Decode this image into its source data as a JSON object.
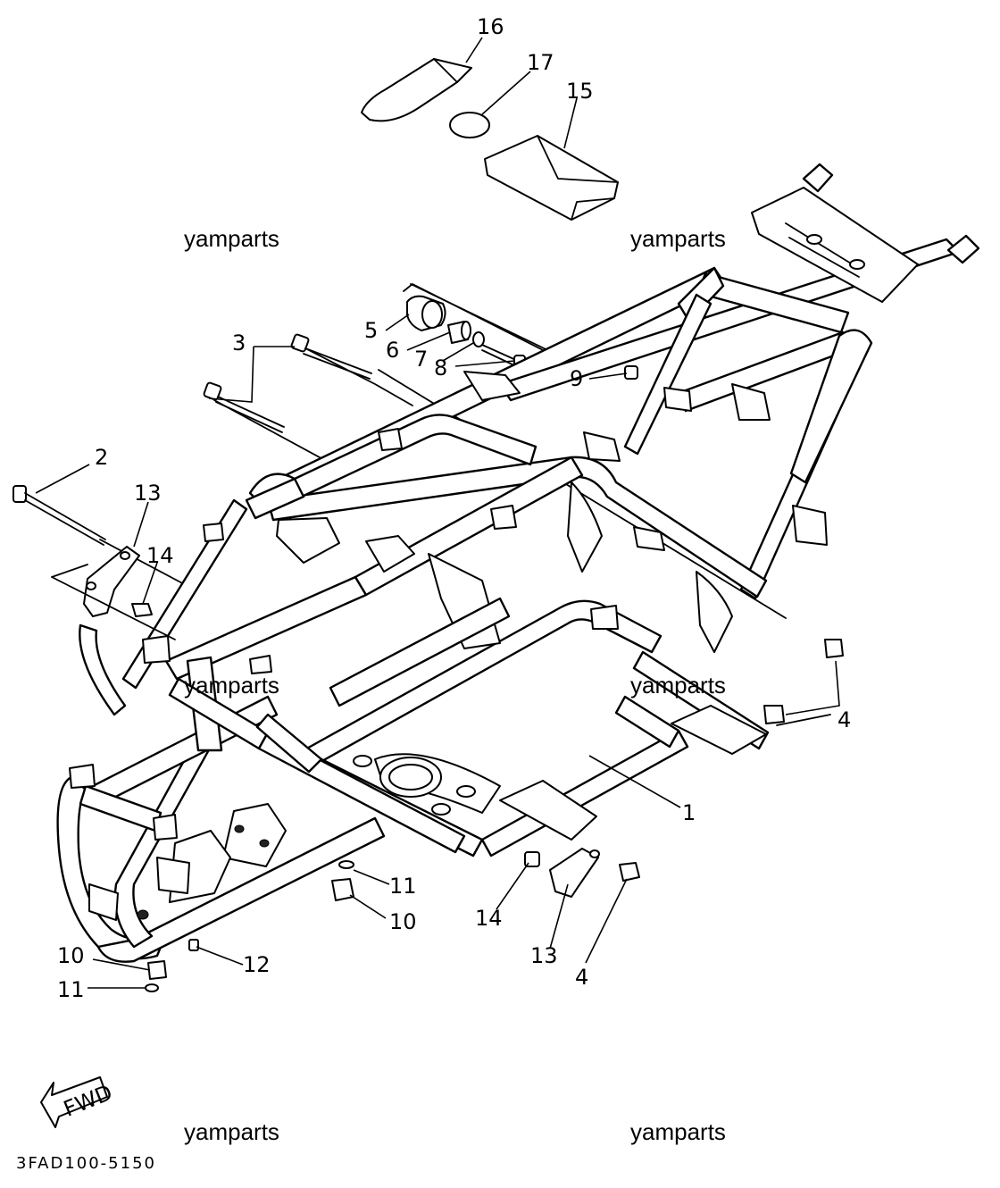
{
  "callouts": {
    "c1": "1",
    "c2": "2",
    "c3": "3",
    "c4a": "4",
    "c4b": "4",
    "c5": "5",
    "c6": "6",
    "c7": "7",
    "c8": "8",
    "c9": "9",
    "c10a": "10",
    "c10b": "10",
    "c11a": "11",
    "c11b": "11",
    "c12": "12",
    "c13a": "13",
    "c13b": "13",
    "c14a": "14",
    "c14b": "14",
    "c15": "15",
    "c16": "16",
    "c17": "17"
  },
  "watermarks": [
    "yamparts",
    "yamparts",
    "yamparts",
    "yamparts",
    "yamparts",
    "yamparts"
  ],
  "fwd_label": "FWD",
  "diagram_code": "3FAD100-5150"
}
